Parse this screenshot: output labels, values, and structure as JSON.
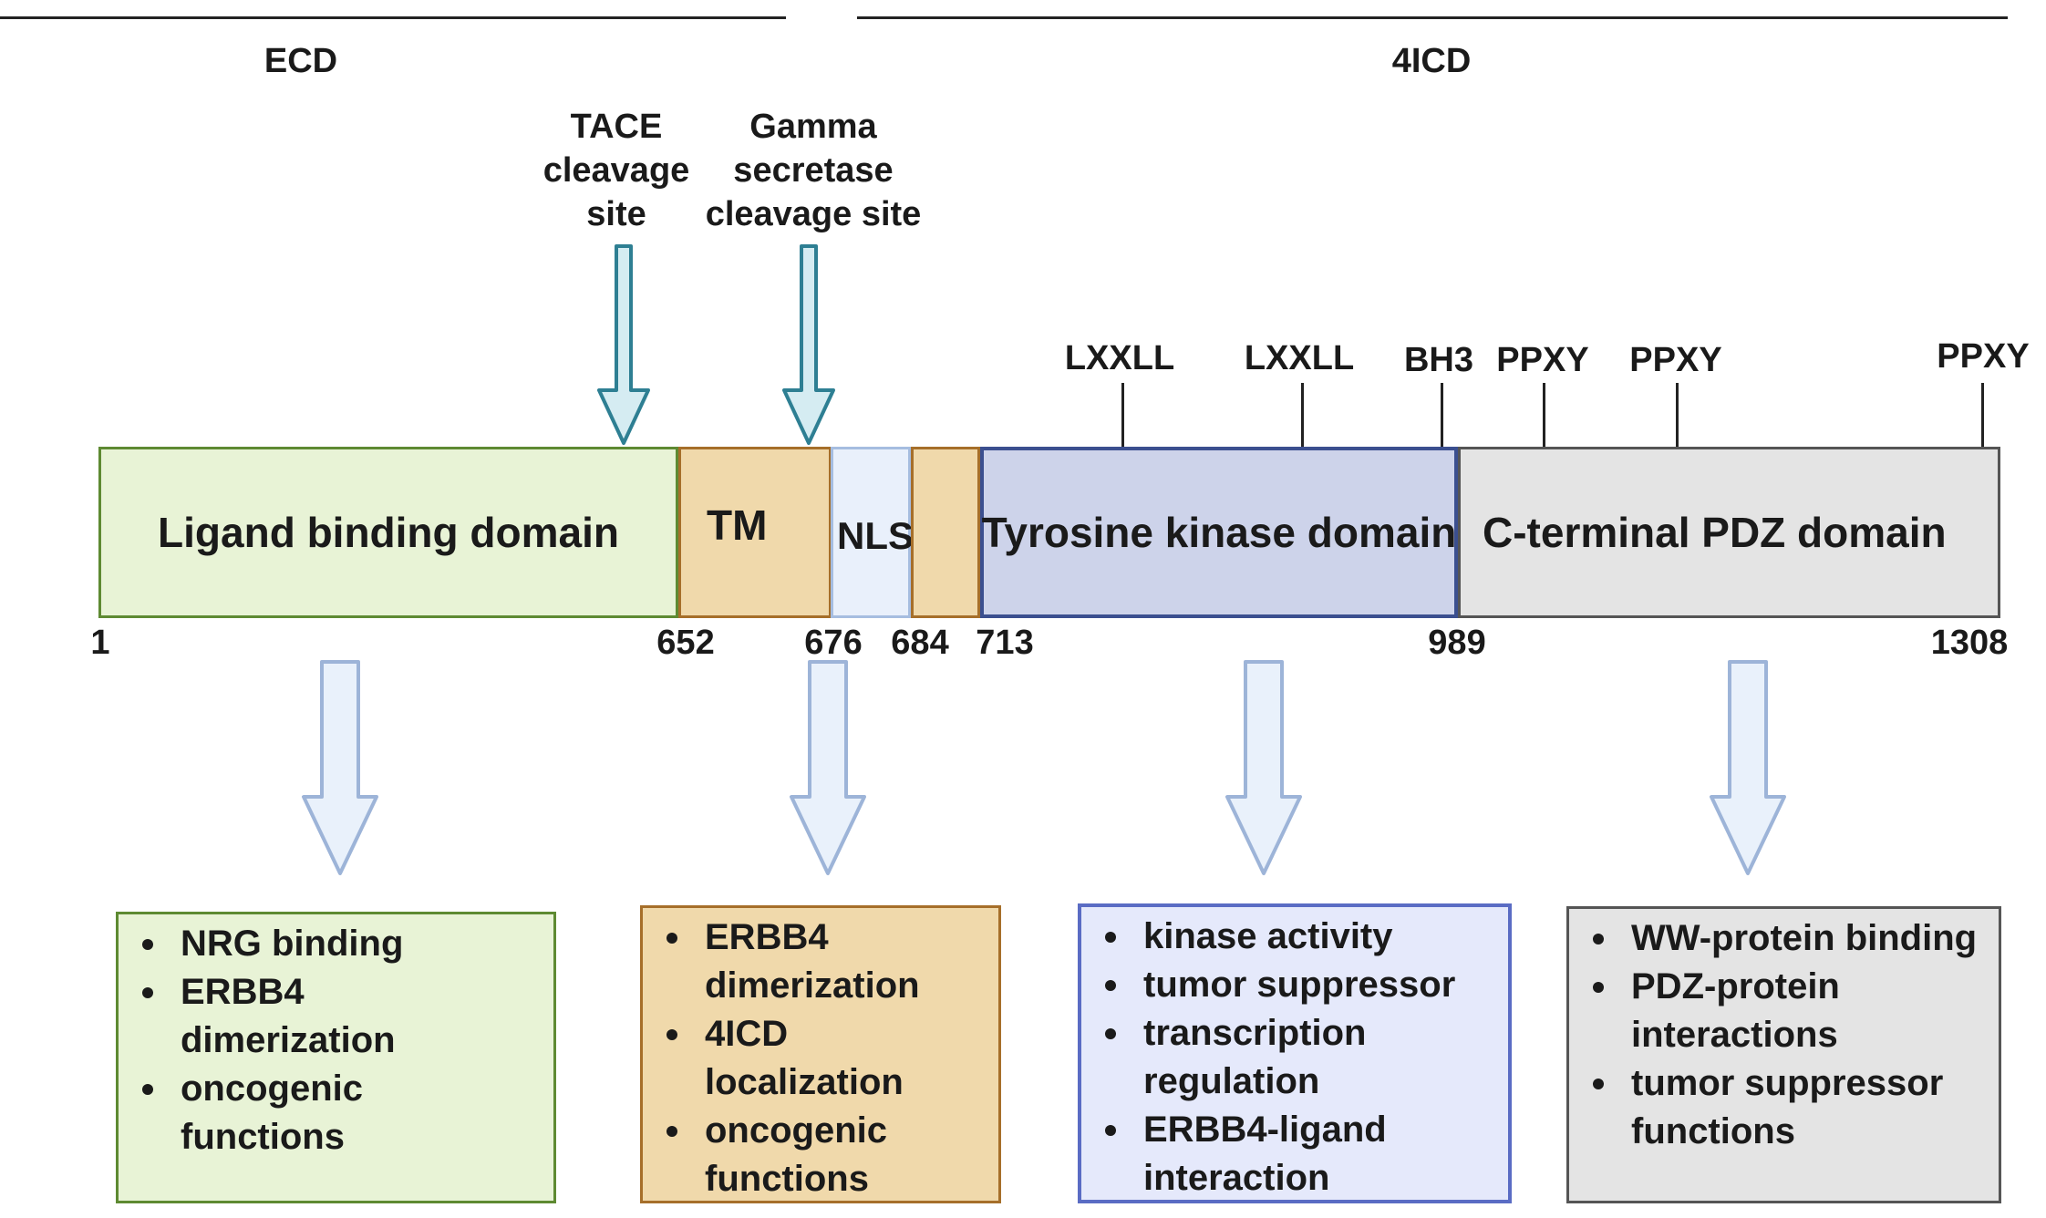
{
  "regions": {
    "ecd": "ECD",
    "icd": "4ICD"
  },
  "cleavage": {
    "tace": [
      "TACE",
      "cleavage",
      "site"
    ],
    "gamma": [
      "Gamma",
      "secretase",
      "cleavage site"
    ]
  },
  "motifs": [
    "LXXLL",
    "LXXLL",
    "BH3",
    "PPXY",
    "PPXY",
    "PPXY"
  ],
  "domains": {
    "ligand": "Ligand binding domain",
    "tm": "TM",
    "nls": "NLS",
    "kinase": "Tyrosine kinase domain",
    "pdz": "C-terminal PDZ domain"
  },
  "positions": [
    "1",
    "652",
    "676",
    "684",
    "713",
    "989",
    "1308"
  ],
  "functions": {
    "ligand": [
      "NRG binding",
      "ERBB4 dimerization",
      "oncogenic functions"
    ],
    "tm": [
      "ERBB4 dimerization",
      "4ICD localization",
      "oncogenic functions"
    ],
    "kinase": [
      "kinase activity",
      "tumor suppressor",
      "transcription regulation",
      "ERBB4-ligand interaction"
    ],
    "pdz": [
      "WW-protein binding",
      "PDZ-protein interactions",
      "tumor suppressor functions"
    ]
  },
  "colors": {
    "ligand_fill": "#e8f3d6",
    "ligand_border": "#5e8a32",
    "tm_fill": "#f0d9ab",
    "tm_border": "#a66f2a",
    "nls_fill": "#e9f0fb",
    "nls_border": "#a6bde0",
    "kinase_fill": "#cdd3ea",
    "kinase_border": "#3b4f8f",
    "pdz_fill": "#e4e4e4",
    "pdz_border": "#555555",
    "kinase_box_fill": "#e5e9fb",
    "kinase_box_border": "#5a6cc4",
    "cleavage_arrow_fill": "#d5ecf2",
    "cleavage_arrow_stroke": "#2e7f93",
    "func_arrow_fill": "#e9f1fb",
    "func_arrow_stroke": "#9db4d8"
  }
}
